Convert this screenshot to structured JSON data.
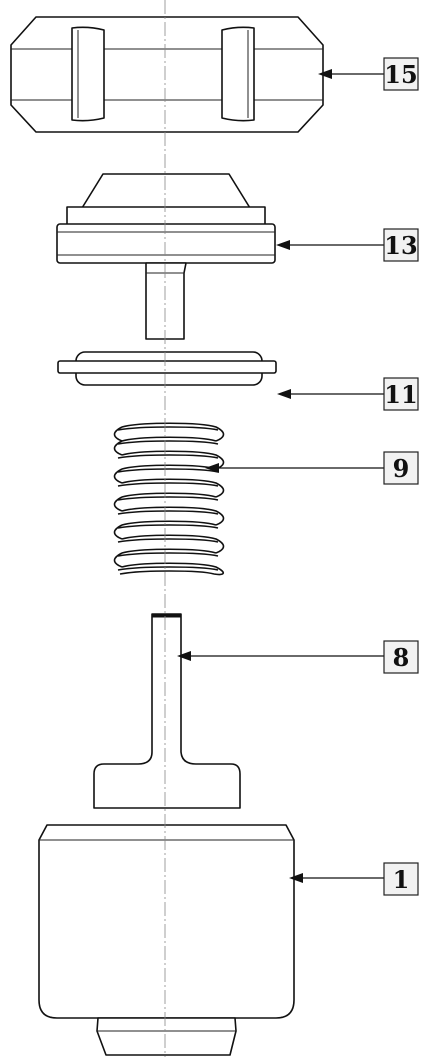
{
  "callouts": [
    {
      "id": "callout-15",
      "label": "15"
    },
    {
      "id": "callout-13",
      "label": "13"
    },
    {
      "id": "callout-11",
      "label": "11"
    },
    {
      "id": "callout-9",
      "label": "9"
    },
    {
      "id": "callout-8",
      "label": "8"
    },
    {
      "id": "callout-1",
      "label": "1"
    }
  ]
}
